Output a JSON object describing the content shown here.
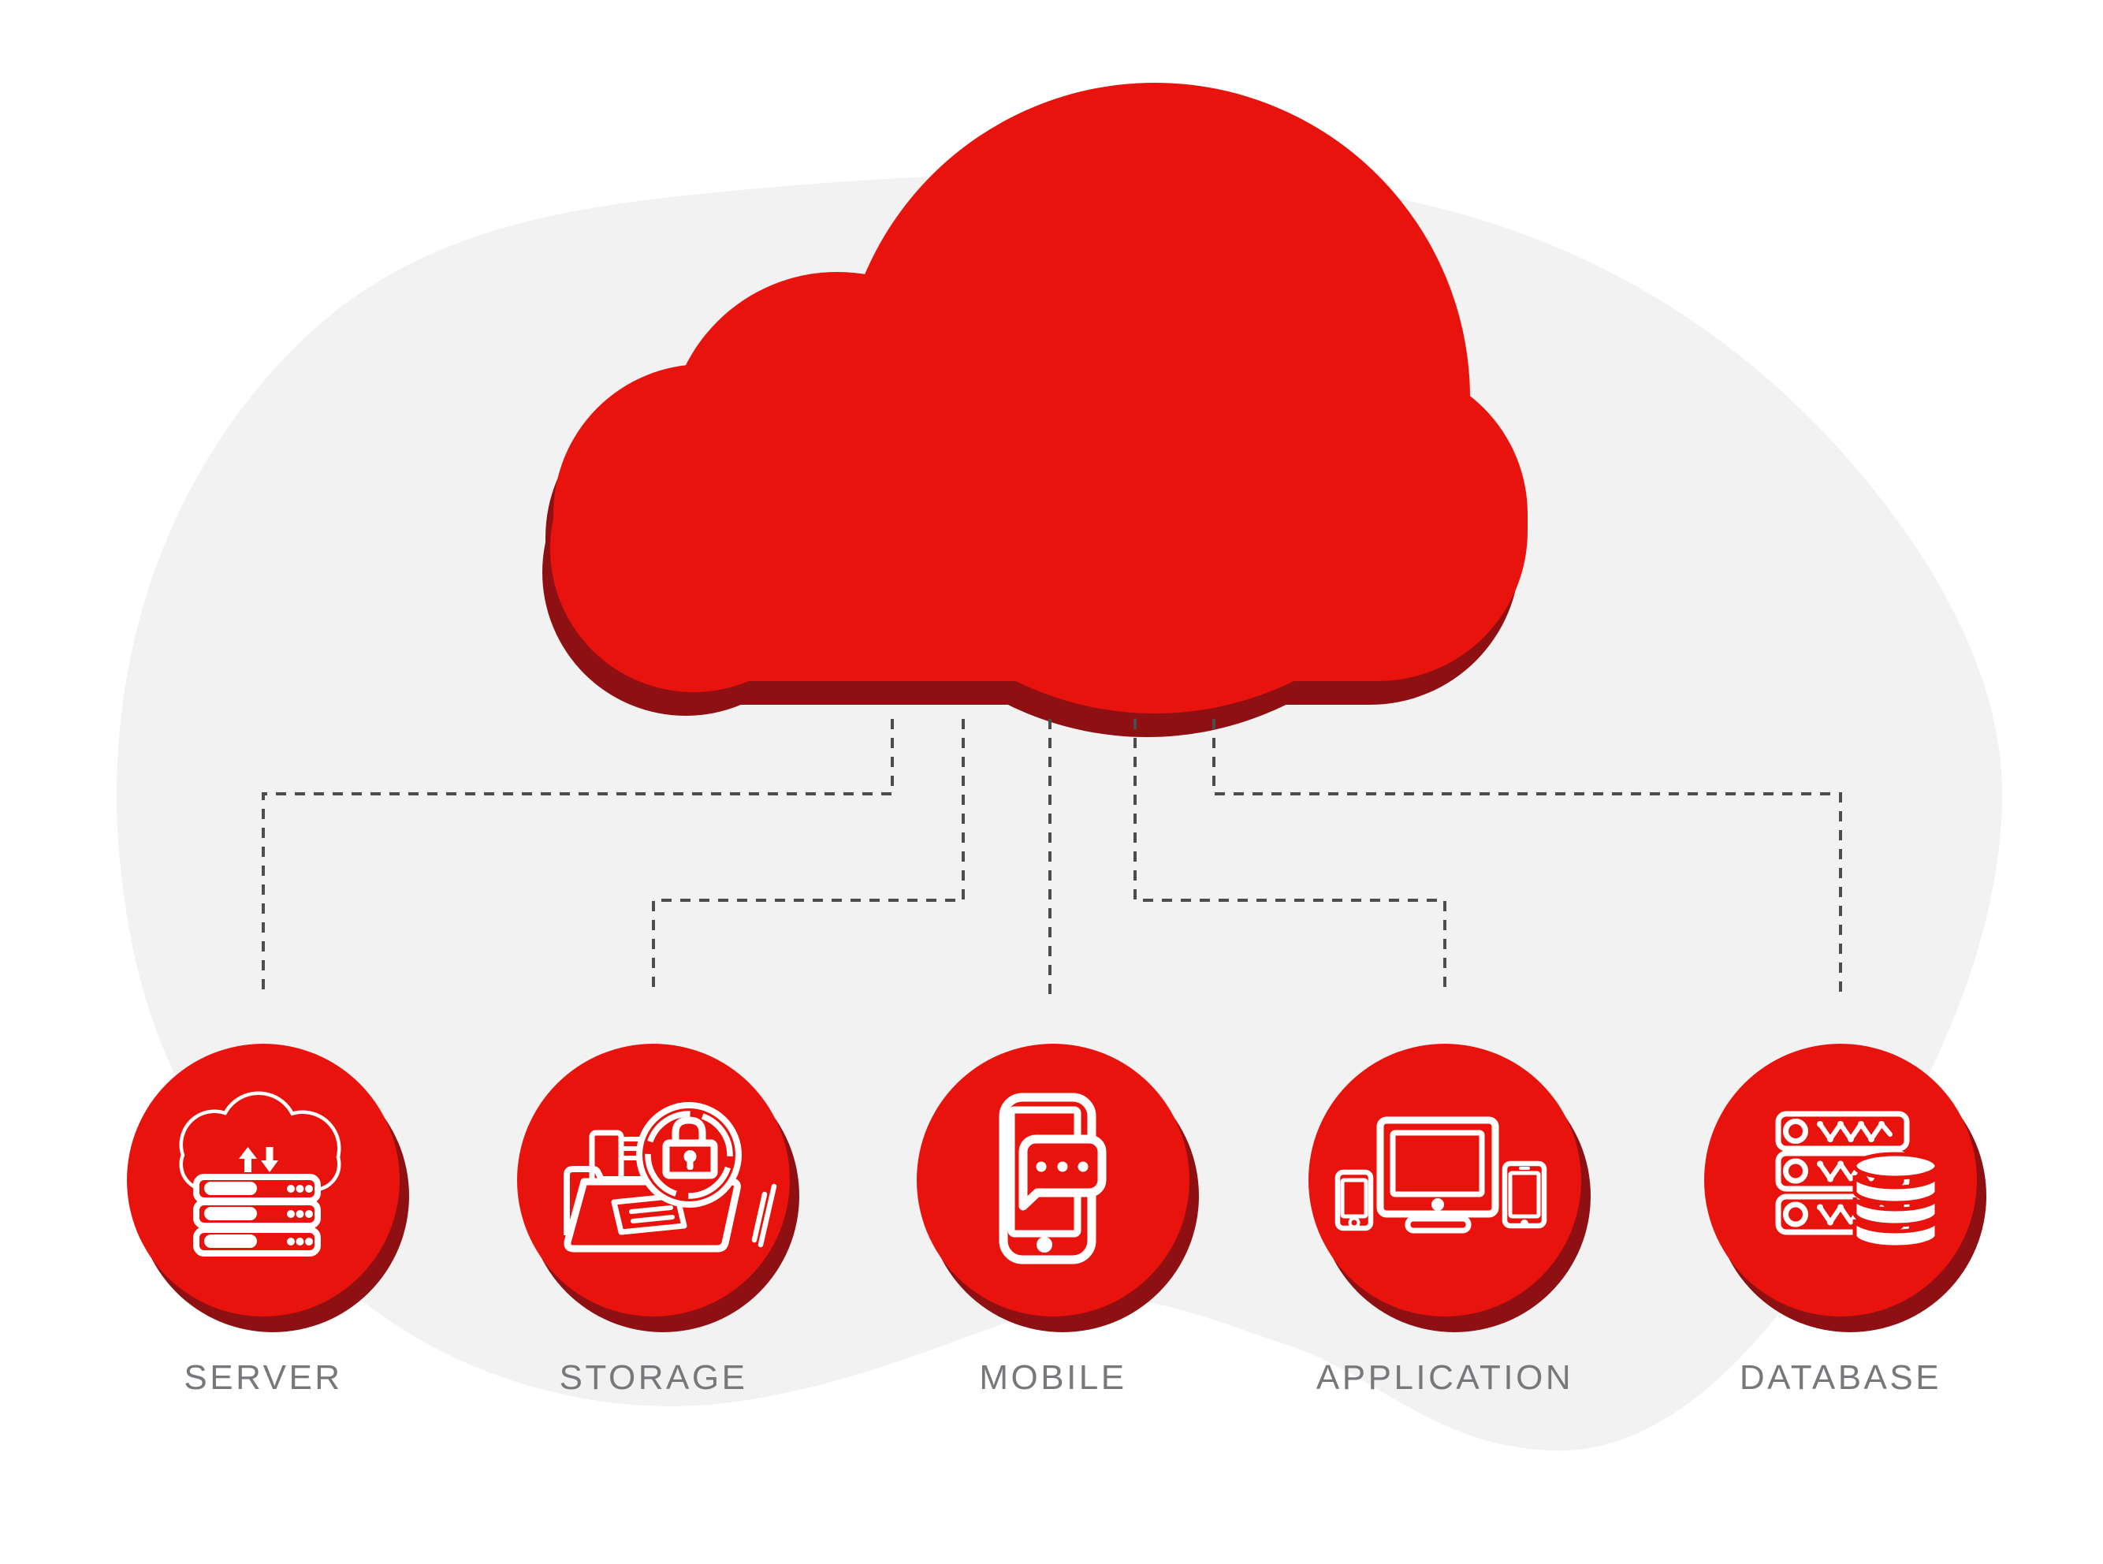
{
  "diagram": {
    "type": "cloud-computing-infographic",
    "nodes": [
      {
        "id": "server",
        "label": "SERVER",
        "icon": "cloud-transfer-servers-icon"
      },
      {
        "id": "storage",
        "label": "STORAGE",
        "icon": "folder-lock-icon"
      },
      {
        "id": "mobile",
        "label": "MOBILE",
        "icon": "smartphone-chat-icon"
      },
      {
        "id": "application",
        "label": "APPLICATION",
        "icon": "multi-device-monitor-icon"
      },
      {
        "id": "database",
        "label": "DATABASE",
        "icon": "server-racks-database-icon"
      }
    ],
    "colors": {
      "primary_red": "#e8130d",
      "shadow_red": "#8e1013",
      "background_blob_gray": "#f2f2f3",
      "connector_gray": "#4d4d4d",
      "label_gray": "#77787b",
      "icon_white": "#ffffff",
      "page_background": "#ffffff"
    }
  }
}
